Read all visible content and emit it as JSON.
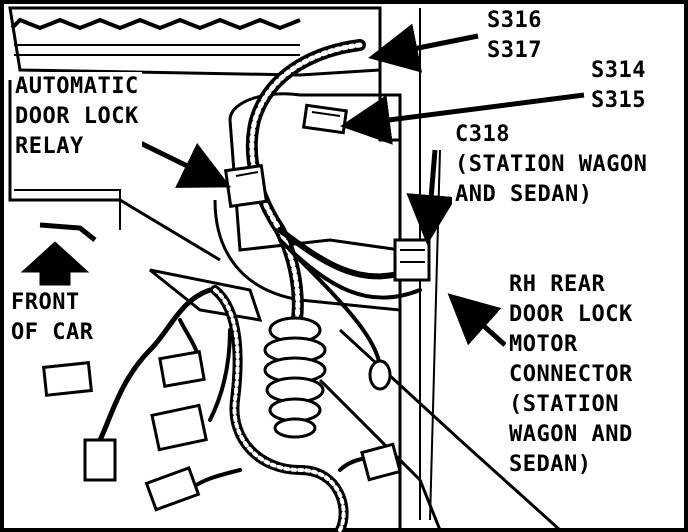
{
  "labels": {
    "s316_s317": [
      "S316",
      "S317"
    ],
    "s314_s315": [
      "S314",
      "S315"
    ],
    "c318": [
      "C318",
      "(STATION WAGON",
      "AND SEDAN)"
    ],
    "relay": [
      "AUTOMATIC",
      "DOOR LOCK",
      "RELAY"
    ],
    "front": [
      "FRONT",
      "OF CAR"
    ],
    "rh_rear": [
      "RH REAR",
      "DOOR LOCK",
      "MOTOR",
      "CONNECTOR",
      "(STATION",
      "WAGON AND",
      "SEDAN)"
    ]
  },
  "colors": {
    "ink": "#000000",
    "paper": "#ffffff"
  }
}
